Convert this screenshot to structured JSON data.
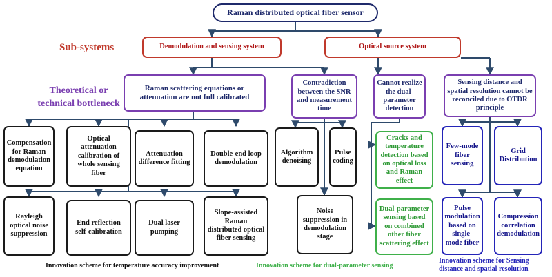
{
  "root": "Raman distributed optical fiber sensor",
  "labels": {
    "subsystems": "Sub-systems",
    "bottleneck_line1": "Theoretical or",
    "bottleneck_line2": "technical bottleneck"
  },
  "subsystems": {
    "demod": "Demodulation and sensing system",
    "optical": "Optical source system"
  },
  "bottlenecks": {
    "raman": "Raman scattering equations or attenuation are not full calibrated",
    "snr": "Contradiction between the SNR and measurement time",
    "dual": "Cannot realize the dual-parameter detection",
    "sensing": "Sensing distance and spatial resolution cannot be reconciled due to OTDR principle"
  },
  "schemes": {
    "compensation": "Compensation for Raman demodulation equation",
    "optical_atten": "Optical attenuation calibration of whole sensing fiber",
    "atten_diff": "Attenuation difference fitting",
    "double_end": "Double-end loop demodulation",
    "rayleigh": "Rayleigh optical noise suppression",
    "end_reflection": "End reflection self-calibration",
    "dual_laser": "Dual laser pumping",
    "slope": "Slope-assisted Raman distributed optical fiber sensing",
    "algorithm": "Algorithm denoising",
    "pulse_coding": "Pulse coding",
    "noise": "Noise suppression in demodulation stage",
    "cracks": "Cracks and temperature detection based on optical loss and Raman effect",
    "dual_param": "Dual-parameter sensing based on combined other fiber scattering effect",
    "few_mode": "Few-mode fiber sensing",
    "grid": "Grid Distribution",
    "pulse_mod": "Pulse modulation based on single-mode fiber",
    "compression": "Compression correlation demodulation"
  },
  "captions": {
    "temperature": "Innovation scheme for temperature accuracy improvement",
    "dual": "Innovation scheme for dual-parameter sensing",
    "sensing": "Innovation scheme for Sensing distance and spatial resolution"
  },
  "colors": {
    "navy": "#1f2a6b",
    "subsystem_red": "#c0392b",
    "bottleneck_purple": "#7a3fb0",
    "dual_green": "#3fb04a",
    "sensing_blue": "#2424b8",
    "connector": "#2e4a6b"
  }
}
